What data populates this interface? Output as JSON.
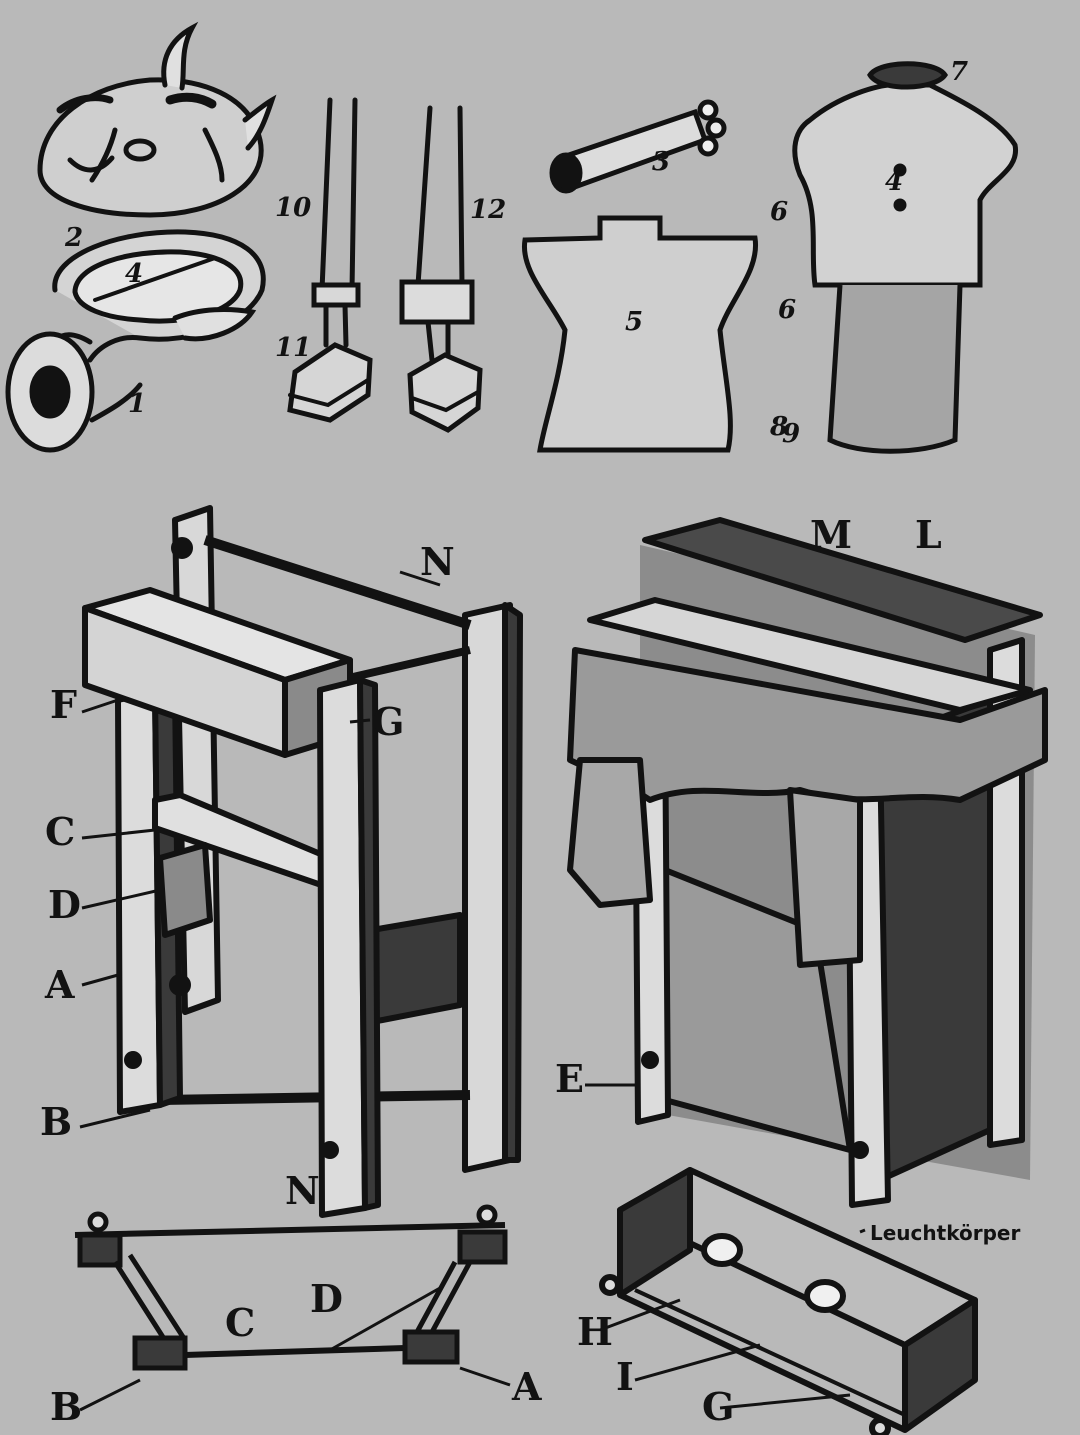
{
  "labels": {
    "n1": "1",
    "n2": "2",
    "n3": "3",
    "n4a": "4",
    "n4b": "4",
    "n5": "5",
    "n6a": "6",
    "n6b": "6",
    "n7": "7",
    "n8": "8",
    "n9": "9",
    "n10": "10",
    "n11": "11",
    "n12": "12",
    "A1": "A",
    "B1": "B",
    "C1": "C",
    "D1": "D",
    "F": "F",
    "G1": "G",
    "N1": "N",
    "E": "E",
    "M": "M",
    "L": "L",
    "N2": "N",
    "D2": "D",
    "C2": "C",
    "B2": "B",
    "A2": "A",
    "H": "H",
    "I": "I",
    "G2": "G",
    "leucht": "Leuchtkörper"
  },
  "colors": {
    "paper": "#b9b9b9",
    "ink": "#121212",
    "wood": "#d8d8d8",
    "shade": "#3a3a3a",
    "cloth": "#9a9a9a"
  }
}
